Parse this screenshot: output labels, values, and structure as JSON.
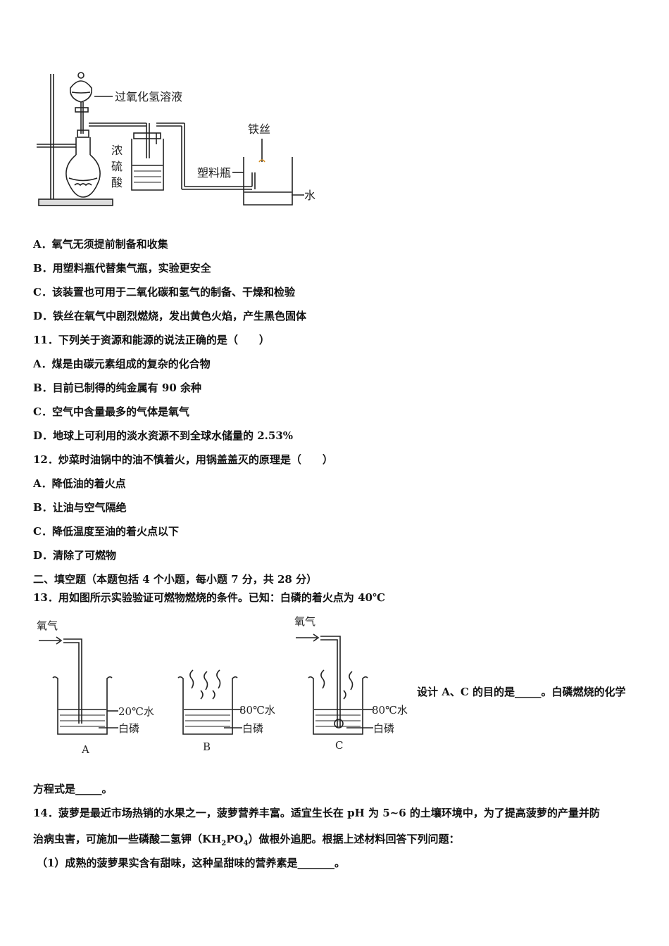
{
  "figure1": {
    "labels": {
      "h2o2": "过氧化氢溶液",
      "wire": "铁丝",
      "conc": "浓",
      "sulf": "硫",
      "acid": "酸",
      "bottle": "塑料瓶",
      "water": "水"
    }
  },
  "q10_options": {
    "A": "A．氧气无须提前制备和收集",
    "B": "B．用塑料瓶代替集气瓶，实验更安全",
    "C": "C．该装置也可用于二氧化碳和氢气的制备、干燥和检验",
    "D": "D．铁丝在氧气中剧烈燃烧，发出黄色火焰，产生黑色固体"
  },
  "q11": {
    "stem": "11．下列关于资源和能源的说法正确的是（　　）",
    "A": "A．煤是由碳元素组成的复杂的化合物",
    "B": "B．目前已制得的纯金属有 90 余种",
    "C": "C．空气中含量最多的气体是氧气",
    "D": "D．地球上可利用的淡水资源不到全球水储量的 2.53%"
  },
  "q12": {
    "stem": "12．炒菜时油锅中的油不慎着火，用锅盖盖灭的原理是（　　）",
    "A": "A．降低油的着火点",
    "B": "B．让油与空气隔绝",
    "C": "C．降低温度至油的着火点以下",
    "D": "D．清除了可燃物"
  },
  "section2": "二、填空题（本题包括 4 个小题，每小题 7 分，共 28 分）",
  "q13": {
    "stem": "13．用如图所示实验验证可燃物燃烧的条件。已知：白磷的着火点为 40℃",
    "side_text": "设计 A、C 的目的是_____。白磷燃烧的化学",
    "cont": "方程式是_____。",
    "figure": {
      "oxygen": "氧气",
      "water20": "20℃水",
      "water80": "80℃水",
      "phosphorus": "白磷",
      "A": "A",
      "B": "B",
      "C": "C"
    }
  },
  "q14": {
    "line1": "14．菠萝是最近市场热销的水果之一，菠萝营养丰富。适宜生长在 pH 为 5~6 的土壤环境中，为了提高菠萝的产量并防",
    "line2_a": "治病虫害，可施加一些磷酸二氢钾（KH",
    "line2_sub1": "2",
    "line2_b": "PO",
    "line2_sub2": "4",
    "line2_c": "）做根外追肥。根据上述材料回答下列问题：",
    "sub1": "（1）成熟的菠萝果实含有甜味，这种呈甜味的营养素是_______。"
  }
}
